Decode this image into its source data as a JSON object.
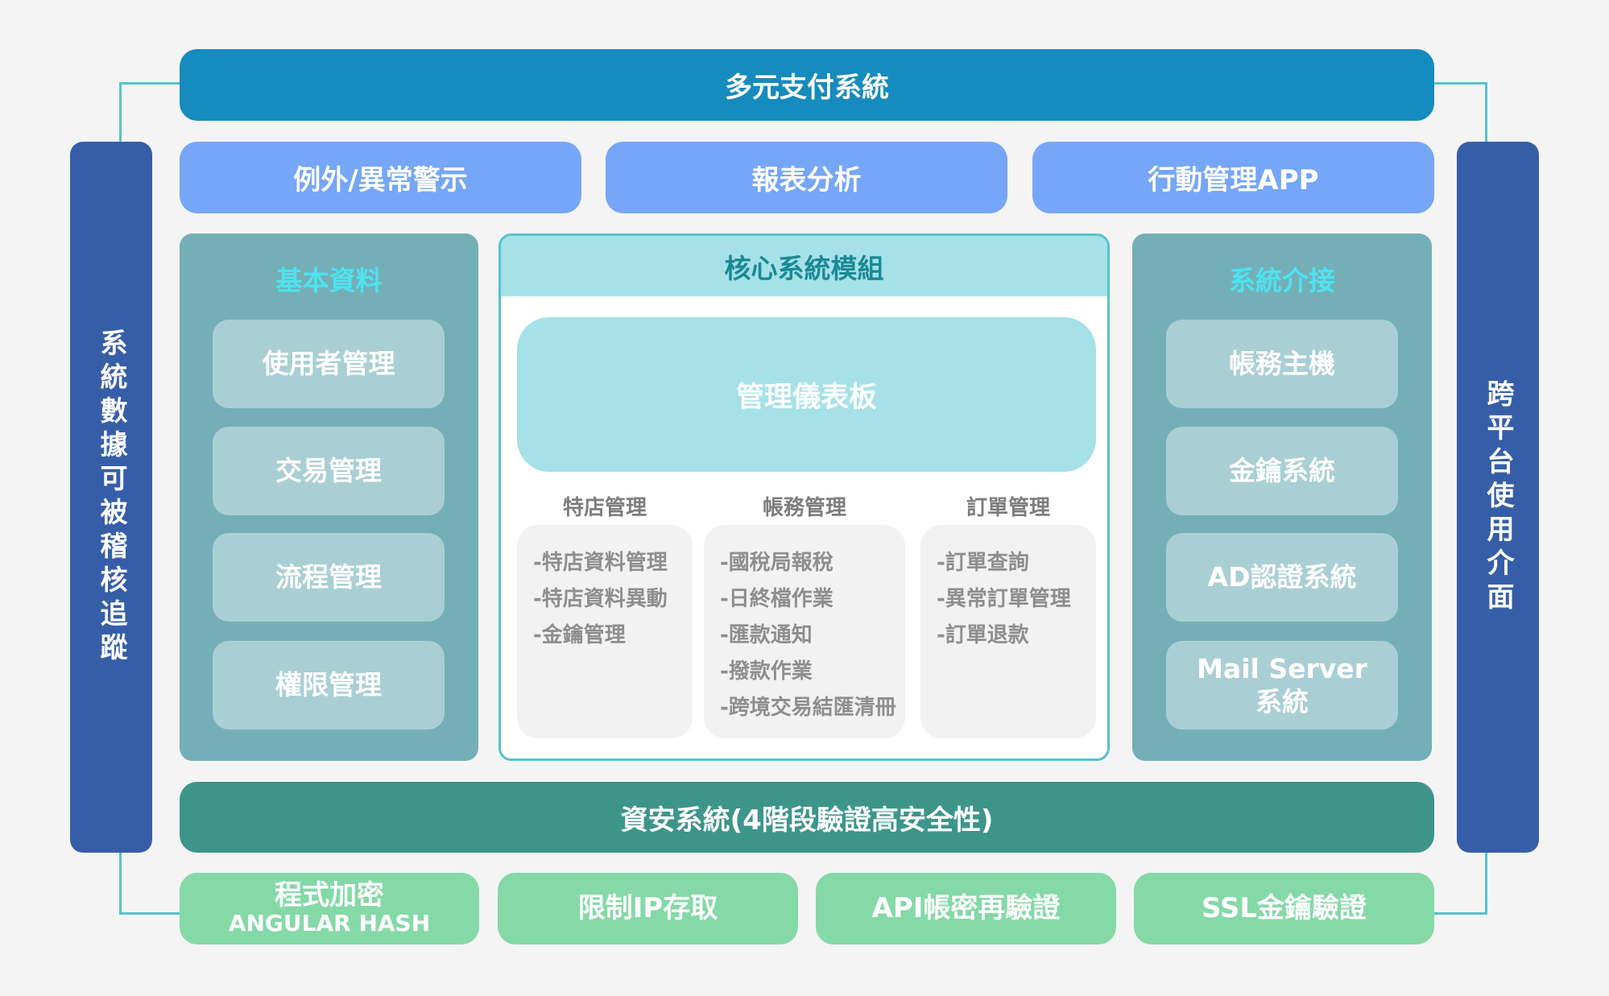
{
  "top_bar": "多元支付系統",
  "row2": [
    "例外/異常警示",
    "報表分析",
    "行動管理APP"
  ],
  "left_side": "系統數據可被稽核追蹤",
  "right_side": "跨平台使用介面",
  "basic_data": {
    "title": "基本資料",
    "items": [
      "使用者管理",
      "交易管理",
      "流程管理",
      "權限管理"
    ]
  },
  "core": {
    "title": "核心系統模組",
    "dashboard": "管理儀表板",
    "columns": [
      {
        "label": "特店管理",
        "items": [
          "-特店資料管理",
          "-特店資料異動",
          "-金鑰管理"
        ]
      },
      {
        "label": "帳務管理",
        "items": [
          "-國稅局報稅",
          "-日終檔作業",
          "-匯款通知",
          "-撥款作業",
          "-跨境交易結匯清冊"
        ]
      },
      {
        "label": "訂單管理",
        "items": [
          "-訂單查詢",
          "-異常訂單管理",
          "-訂單退款"
        ]
      }
    ]
  },
  "integration": {
    "title": "系統介接",
    "items": [
      "帳務主機",
      "金鑰系統",
      "AD認證系統",
      "Mail Server\n系統"
    ]
  },
  "security": "資安系統(4階段驗證高安全性)",
  "bottom": [
    {
      "label": "程式加密",
      "sub": "ANGULAR HASH"
    },
    {
      "label": "限制IP存取"
    },
    {
      "label": "API帳密再驗證"
    },
    {
      "label": "SSL金鑰驗證"
    }
  ]
}
